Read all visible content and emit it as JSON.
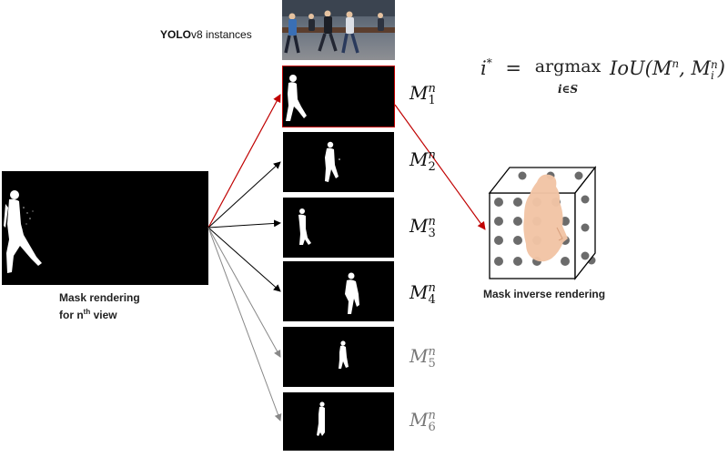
{
  "yolo": {
    "label_bold": "YOLO",
    "label_rest": "v8 instances"
  },
  "rendering": {
    "line1": "Mask rendering",
    "line2_prefix": "for n",
    "line2_sup": "th",
    "line2_suffix": " view"
  },
  "inverse": {
    "label": "Mask inverse rendering"
  },
  "formula": {
    "lhs": "i",
    "lhs_sup": "*",
    "equals": "=",
    "op": "argmax",
    "op_sub": "i∈S",
    "func": "IoU(M",
    "arg1_sup": "n",
    "sep": ", M",
    "arg2_sub": "i",
    "arg2_sup": "n",
    "close": ")"
  },
  "masks": [
    {
      "base": "M",
      "sup": "n",
      "sub": "1"
    },
    {
      "base": "M",
      "sup": "n",
      "sub": "2"
    },
    {
      "base": "M",
      "sup": "n",
      "sub": "3"
    },
    {
      "base": "M",
      "sup": "n",
      "sub": "4"
    },
    {
      "base": "M",
      "sup": "n",
      "sub": "5"
    },
    {
      "base": "M",
      "sup": "n",
      "sub": "6"
    }
  ],
  "colors": {
    "selected": "#c00000",
    "arrow": "#000000",
    "blob": "#f2c4a5",
    "dot": "#6b6b6b"
  }
}
